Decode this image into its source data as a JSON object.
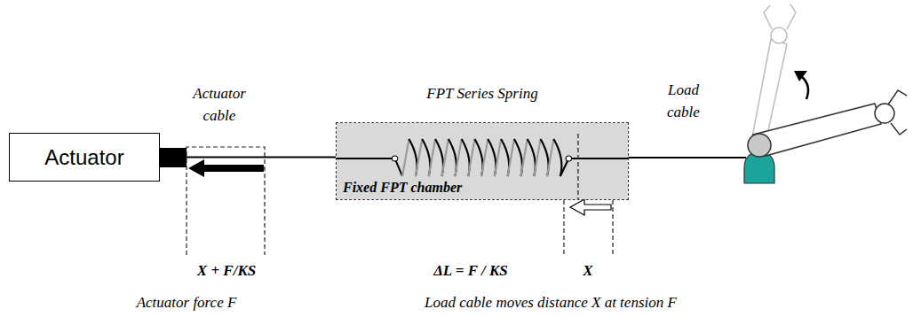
{
  "diagram": {
    "nodes": [
      {
        "text": [
          "Actuator"
        ]
      },
      {
        "text": [
          "FPT Series Spring",
          "Fixed FPT chamber"
        ]
      }
    ],
    "edges": [
      {
        "from": 0,
        "to": 1,
        "arrow": "none"
      }
    ],
    "labels": [
      "Actuator cable",
      "Load cable",
      "X + F/KS",
      "ΔL = F / KS",
      "X",
      "Actuator force F",
      "Load cable moves distance X at tension F"
    ]
  }
}
